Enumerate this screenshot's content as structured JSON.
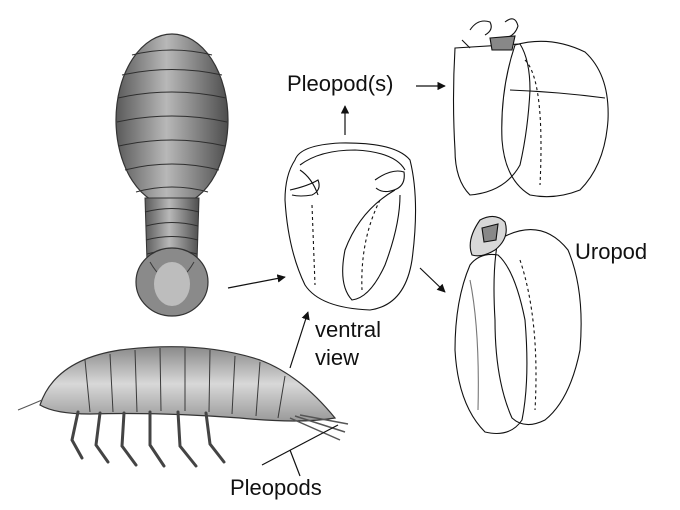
{
  "labels": {
    "pleopods_top": "Pleopod(s)",
    "uropod": "Uropod",
    "ventral": "ventral",
    "view": "view",
    "pleopods_bottom": "Pleopods"
  },
  "colors": {
    "ink": "#111111",
    "shade_dark": "#6e6e6e",
    "shade_mid": "#9a9a9a",
    "shade_light": "#cfcfcf"
  }
}
